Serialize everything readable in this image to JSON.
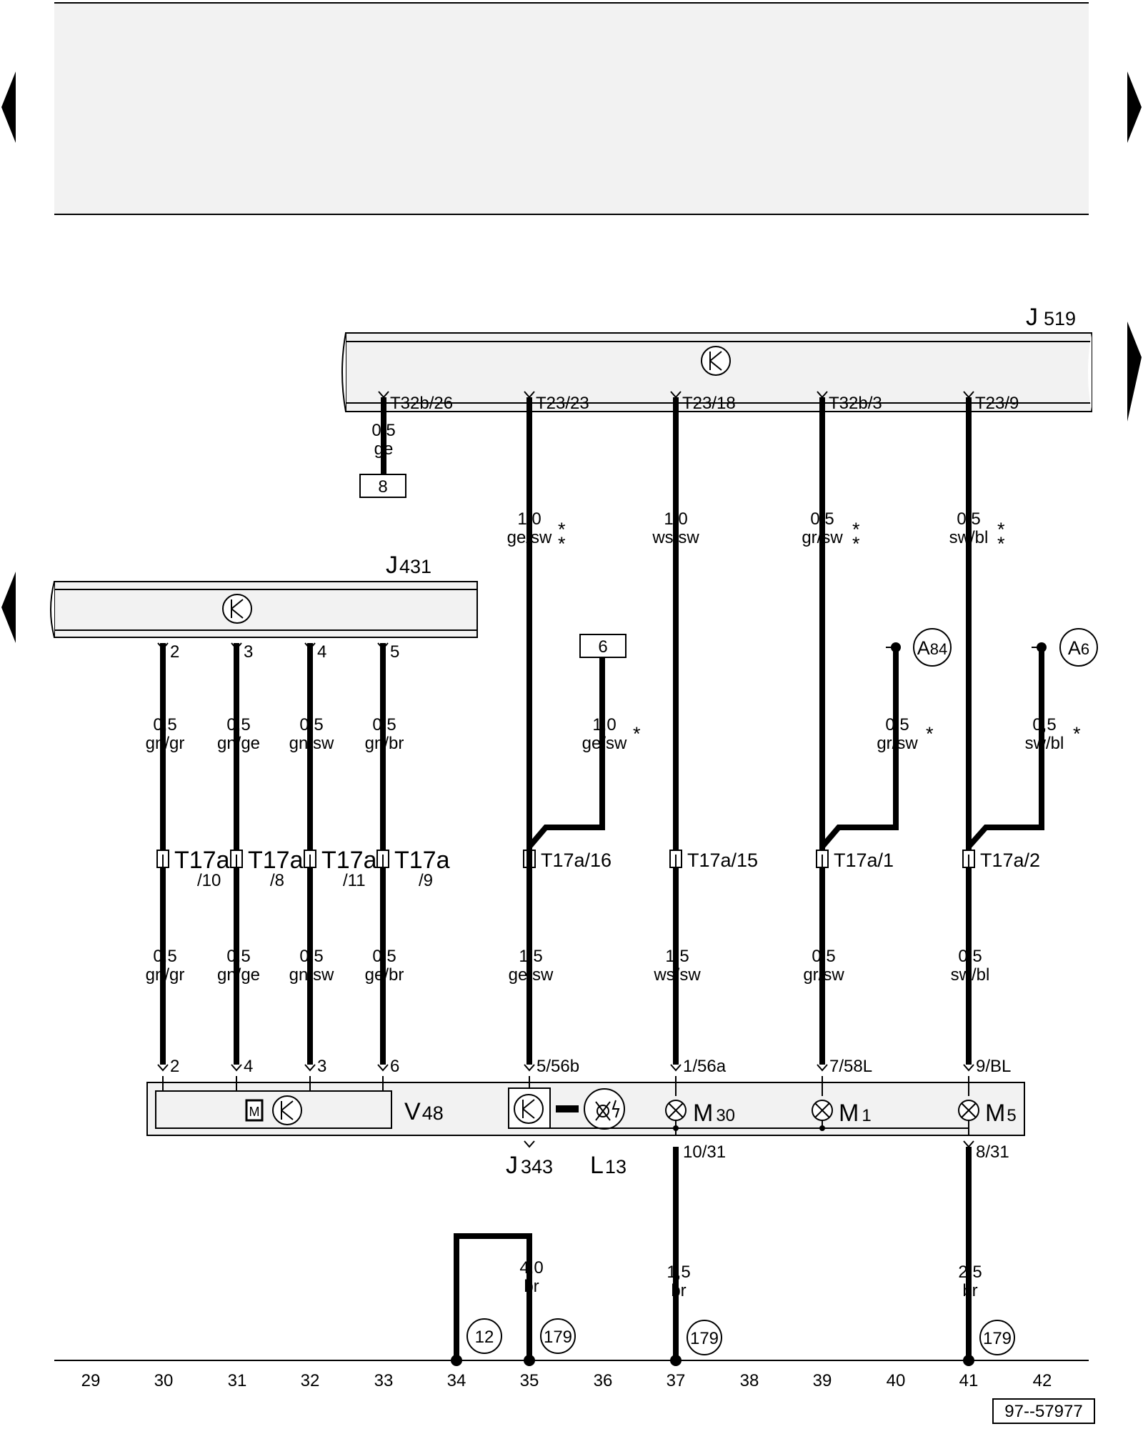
{
  "nav": {
    "arrow_left": "left-arrow",
    "arrow_right": "right-arrow"
  },
  "components": {
    "j519": {
      "label": "J",
      "sub": "519"
    },
    "j431": {
      "label": "J",
      "sub": "431"
    },
    "v48": {
      "label": "V",
      "sub": "48"
    },
    "j343": {
      "label": "J",
      "sub": "343"
    },
    "l13": {
      "label": "L",
      "sub": "13"
    },
    "m30": {
      "label": "M",
      "sub": "30"
    },
    "m1": {
      "label": "M",
      "sub": "1"
    },
    "m5": {
      "label": "M",
      "sub": "5"
    }
  },
  "j519_pins": [
    "T32b/26",
    "T23/23",
    "T23/18",
    "T32b/3",
    "T23/9"
  ],
  "j431_pins": [
    "2",
    "3",
    "4",
    "5"
  ],
  "top_wires": [
    {
      "size": "0,5",
      "color": "ge"
    },
    {
      "size": "1,0",
      "color": "ge/sw",
      "star": "*\n*"
    },
    {
      "size": "1,0",
      "color": "ws/sw"
    },
    {
      "size": "0,5",
      "color": "gr/sw",
      "star": "*\n*"
    },
    {
      "size": "0,5",
      "color": "sw/bl",
      "star": "*\n*"
    }
  ],
  "refs": {
    "box8": "8",
    "box6": "6",
    "a84": {
      "label": "A",
      "sub": "84"
    },
    "a6": {
      "label": "A",
      "sub": "6"
    }
  },
  "branch_wires": [
    {
      "size": "1,0",
      "color": "ge/sw",
      "star": "*"
    },
    {
      "size": "0,5",
      "color": "gr/sw",
      "star": "*"
    },
    {
      "size": "0,5",
      "color": "sw/bl",
      "star": "*"
    }
  ],
  "j431_wires": [
    {
      "size": "0,5",
      "color": "gn/gr"
    },
    {
      "size": "0,5",
      "color": "gn/ge"
    },
    {
      "size": "0,5",
      "color": "gn/sw"
    },
    {
      "size": "0,5",
      "color": "gn/br"
    }
  ],
  "connectors_left": [
    {
      "name": "T17a",
      "pin": "/10"
    },
    {
      "name": "T17a",
      "pin": "/8"
    },
    {
      "name": "T17a",
      "pin": "/11"
    },
    {
      "name": "T17a",
      "pin": "/9"
    }
  ],
  "connectors_right": [
    "T17a/16",
    "T17a/15",
    "T17a/1",
    "T17a/2"
  ],
  "lower_wires": [
    {
      "size": "0,5",
      "color": "gn/gr"
    },
    {
      "size": "0,5",
      "color": "gn/ge"
    },
    {
      "size": "0,5",
      "color": "gn/sw"
    },
    {
      "size": "0,5",
      "color": "ge/br"
    },
    {
      "size": "1,5",
      "color": "ge/sw"
    },
    {
      "size": "1,5",
      "color": "ws/sw"
    },
    {
      "size": "0,5",
      "color": "gr/sw"
    },
    {
      "size": "0,5",
      "color": "sw/bl"
    }
  ],
  "v48_pins": [
    "2",
    "4",
    "3",
    "6",
    "5/56b",
    "1/56a",
    "7/58L",
    "9/BL"
  ],
  "bottom_pins": [
    "10/31",
    "8/31"
  ],
  "ground_wires": [
    {
      "size": "4,0",
      "color": "br"
    },
    {
      "size": "1,5",
      "color": "br"
    },
    {
      "size": "2,5",
      "color": "br"
    }
  ],
  "ground_refs": [
    "12",
    "179",
    "179",
    "179"
  ],
  "ruler": [
    "29",
    "30",
    "31",
    "32",
    "33",
    "34",
    "35",
    "36",
    "37",
    "38",
    "39",
    "40",
    "41",
    "42"
  ],
  "diagram_id": "97--57977"
}
